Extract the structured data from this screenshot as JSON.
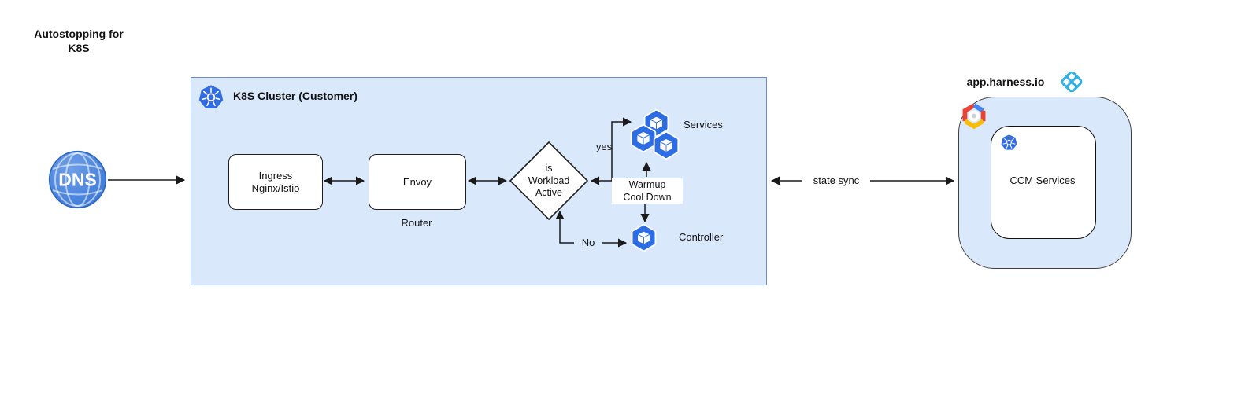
{
  "page": {
    "title": "Autostopping for\nK8S"
  },
  "dns": {
    "label": "DNS",
    "icon": "dns-globe-icon"
  },
  "cluster": {
    "title": "K8S Cluster (Customer)",
    "icon": "kubernetes-icon",
    "nodes": {
      "ingress": {
        "label": "Ingress\nNginx/Istio"
      },
      "envoy": {
        "label": "Envoy",
        "sublabel": "Router"
      },
      "decision": {
        "label": "is\nWorkload\nActive"
      },
      "services": {
        "label": "Services",
        "icon": "kubernetes-pods-icon"
      },
      "controller": {
        "label": "Controller",
        "icon": "kubernetes-pod-icon"
      }
    },
    "edges": {
      "yes_label": "yes",
      "no_label": "No",
      "warmup_label": "Warmup\nCool Down"
    }
  },
  "sync": {
    "label": "state sync"
  },
  "harness": {
    "domain": "app.harness.io",
    "logo": "harness-logo-icon",
    "cloud_icon": "google-cloud-icon",
    "inner": {
      "label": "CCM Services",
      "icon": "kubernetes-icon"
    }
  },
  "colors": {
    "container_fill": "#dae8fc",
    "cluster_border": "#6c8ebf",
    "node_fill": "#ffffff",
    "node_border": "#1f1f1f",
    "kubernetes_blue": "#326ce5",
    "pod_blue": "#2d6de4",
    "dns_blue": "#3a77d6",
    "harness_cyan": "#2fb1e8",
    "gcp_red": "#ea4335",
    "gcp_blue": "#4285f4",
    "gcp_yellow": "#fbbc05",
    "arrow": "#1a1a1a"
  }
}
